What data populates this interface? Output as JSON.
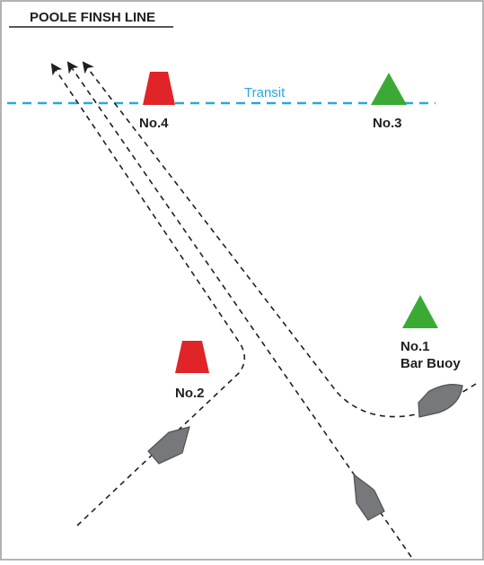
{
  "diagram": {
    "title": "POOLE FINSH LINE",
    "transit_label": "Transit",
    "marks": {
      "no4_label": "No.4",
      "no3_label": "No.3",
      "no2_label": "No.2",
      "no1_label_line1": "No.1",
      "no1_label_line2": "Bar Buoy"
    },
    "icons": {
      "red_mark": "red-can-buoy-icon",
      "green_mark": "green-conical-buoy-icon",
      "boat": "boat-icon",
      "arrow": "arrowhead-icon"
    },
    "colors": {
      "background": "#ffffff",
      "border": "#9a9a9a",
      "title": "#1f1f1f",
      "transit": "#27a8df",
      "red_mark": "#e02428",
      "green_mark": "#3aaa35",
      "boat_fill": "#77787b",
      "boat_stroke": "#4f5052",
      "course_line": "#1f1f1f",
      "label": "#1f1f1f"
    }
  }
}
